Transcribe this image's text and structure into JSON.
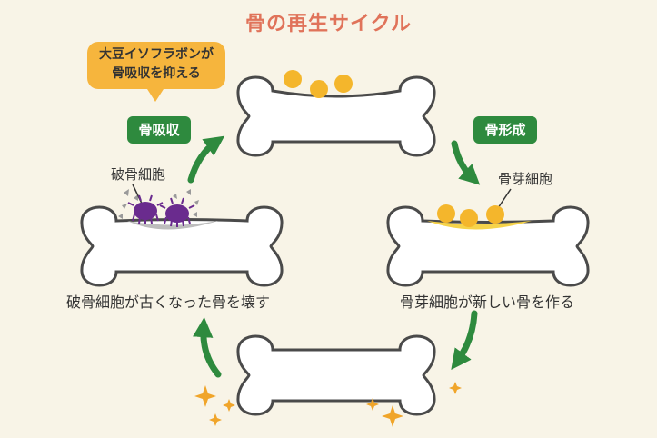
{
  "title": "骨の再生サイクル",
  "callout": {
    "line1": "大豆イソフラボンが",
    "line2": "骨吸収を抑える"
  },
  "tags": {
    "resorption": "骨吸収",
    "formation": "骨形成"
  },
  "cells": {
    "osteoclast": "破骨細胞",
    "osteoblast": "骨芽細胞"
  },
  "captions": {
    "left": "破骨細胞が古くなった骨を壊す",
    "right": "骨芽細胞が新しい骨を作る"
  },
  "colors": {
    "title": "#e0735a",
    "callout": "#f6b53d",
    "tag": "#2e8a3e",
    "arrow": "#2e8a3e",
    "bone_fill": "#ffffff",
    "bone_stroke": "#4a4a4a",
    "osteoblast": "#f4b62c",
    "osteoclast": "#6a2b8e",
    "sparkle": "#f0a52a"
  },
  "icons": [
    "bone-icon",
    "curved-arrow-icon",
    "sparkle-icon",
    "osteoclast-icon",
    "osteoblast-icon",
    "bone-debris-icon"
  ]
}
